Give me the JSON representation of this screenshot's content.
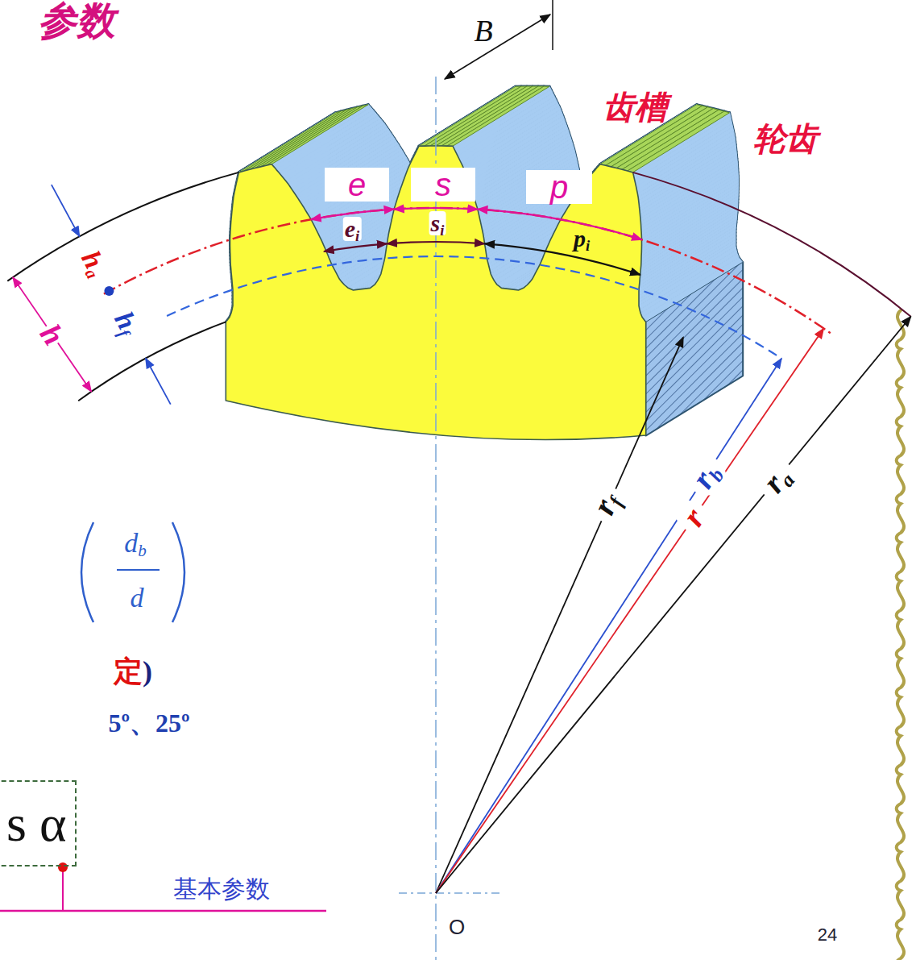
{
  "diagram": {
    "title": "参数",
    "nodes": [
      {
        "text": [
          "s α"
        ]
      }
    ],
    "labels": [
      "B",
      "齿槽",
      "轮齿",
      "e",
      "s",
      "p",
      "e",
      "i",
      "s",
      "i",
      "p",
      "i",
      "h",
      "a",
      "h",
      "h",
      "f",
      "r",
      "f",
      "r",
      "b",
      "r",
      "r",
      "a",
      "d",
      "b",
      "d",
      "定",
      ")",
      "5º、25º",
      "基本参数",
      "O",
      "24"
    ]
  }
}
